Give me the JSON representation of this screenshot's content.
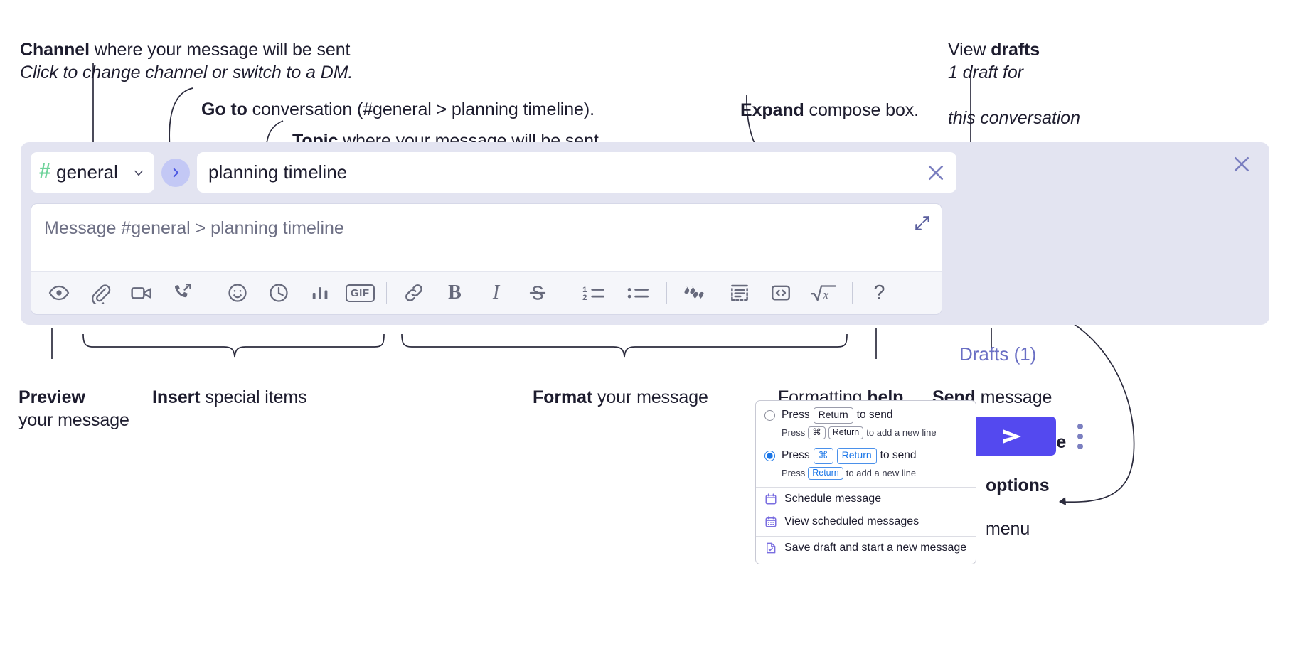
{
  "annotations": {
    "channel": {
      "bold": "Channel",
      "rest": " where your message will be sent",
      "sub": "Click to change channel or switch to a DM."
    },
    "goto": {
      "bold": "Go to",
      "rest": " conversation (#general > planning timeline)."
    },
    "topic": {
      "bold": "Topic",
      "rest": " where your message will be sent"
    },
    "expand": {
      "bold": "Expand",
      "rest": " compose box."
    },
    "drafts": {
      "pre": "View ",
      "bold": "drafts",
      "sub_line1": "1 draft for",
      "sub_line2": "this conversation"
    },
    "preview": {
      "bold": "Preview",
      "sub": "your message"
    },
    "insert": {
      "bold": "Insert",
      "rest": " special items"
    },
    "format": {
      "bold": "Format",
      "rest": " your message"
    },
    "help": {
      "pre": "Formatting ",
      "bold": "help"
    },
    "send": {
      "bold": "Send",
      "rest": " message"
    },
    "compose_options": {
      "bold_line1": "Compose",
      "bold_line2": "options",
      "rest": "menu"
    }
  },
  "compose": {
    "channel_name": "general",
    "hash_symbol": "#",
    "topic_value": "planning timeline",
    "message_placeholder": "Message #general > planning timeline",
    "drafts_label": "Drafts (1)",
    "toolbar": [
      {
        "name": "preview-icon",
        "label": "Preview"
      },
      {
        "name": "attachment-icon",
        "label": "Attach file"
      },
      {
        "name": "video-icon",
        "label": "Record video clip"
      },
      {
        "name": "call-icon",
        "label": "Start a huddle"
      },
      {
        "name": "separator",
        "label": ""
      },
      {
        "name": "emoji-icon",
        "label": "Emoji"
      },
      {
        "name": "clock-icon",
        "label": "Reminder"
      },
      {
        "name": "poll-icon",
        "label": "Poll"
      },
      {
        "name": "gif-icon",
        "label": "GIF"
      },
      {
        "name": "separator",
        "label": ""
      },
      {
        "name": "link-icon",
        "label": "Link"
      },
      {
        "name": "bold-icon",
        "label": "B"
      },
      {
        "name": "italic-icon",
        "label": "I"
      },
      {
        "name": "strikethrough-icon",
        "label": "S"
      },
      {
        "name": "separator",
        "label": ""
      },
      {
        "name": "ordered-list-icon",
        "label": "Ordered list"
      },
      {
        "name": "bulleted-list-icon",
        "label": "Bulleted list"
      },
      {
        "name": "separator",
        "label": ""
      },
      {
        "name": "blockquote-icon",
        "label": "Blockquote"
      },
      {
        "name": "code-block-icon",
        "label": "Code block"
      },
      {
        "name": "inline-code-icon",
        "label": "Code"
      },
      {
        "name": "math-icon",
        "label": "Math"
      },
      {
        "name": "separator",
        "label": ""
      },
      {
        "name": "help-icon",
        "label": "?"
      }
    ]
  },
  "menu": {
    "option1": {
      "main_pre": "Press",
      "main_key": "Return",
      "main_post": "to send",
      "sub_pre": "Press",
      "sub_key1": "⌘",
      "sub_key2": "Return",
      "sub_post": "to add a new line",
      "selected": false
    },
    "option2": {
      "main_pre": "Press",
      "main_key1": "⌘",
      "main_key2": "Return",
      "main_post": "to send",
      "sub_pre": "Press",
      "sub_key": "Return",
      "sub_post": "to add a new line",
      "selected": true
    },
    "items": [
      {
        "icon": "calendar-icon",
        "label": "Schedule message"
      },
      {
        "icon": "calendar-grid-icon",
        "label": "View scheduled messages"
      },
      {
        "icon": "save-draft-icon",
        "label": "Save draft and start a new message"
      }
    ]
  },
  "colors": {
    "compose_bg": "#e3e4f1",
    "send_button": "#5449ef",
    "hash_green": "#6fd39b",
    "accent_purple": "#6a6fc4",
    "radio_blue": "#1a76e8",
    "text_dark": "#1d1c2e"
  }
}
